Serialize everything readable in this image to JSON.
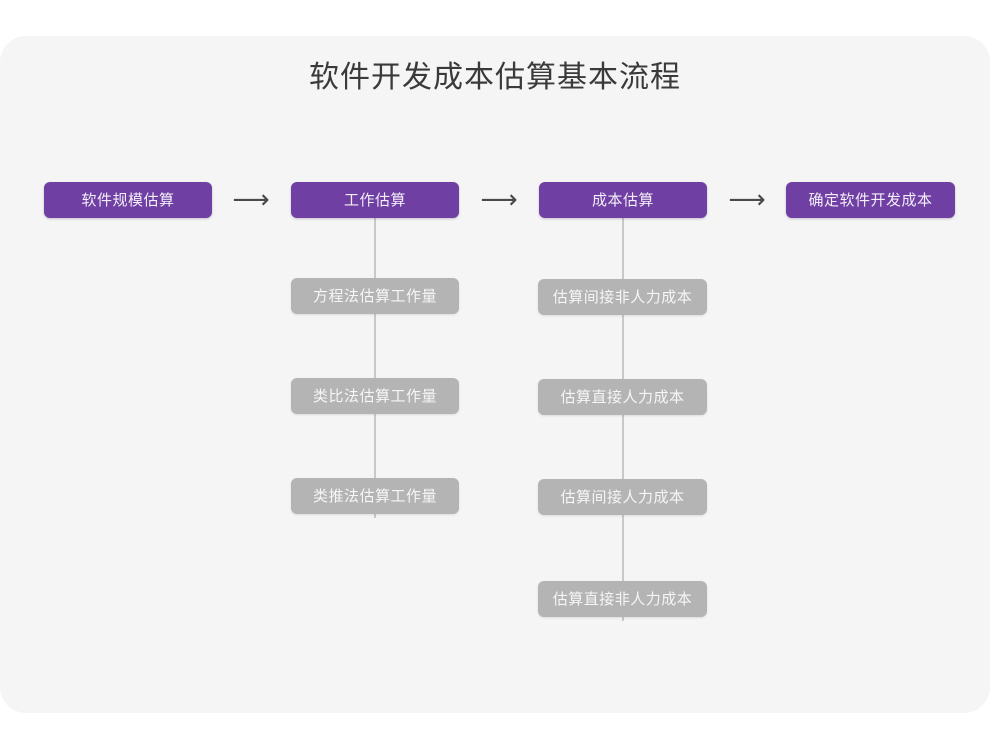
{
  "chart_data": {
    "type": "diagram",
    "title": "软件开发成本估算基本流程",
    "diagram_kind": "flowchart",
    "orientation": "left-to-right with vertical sub-branches",
    "stages": [
      {
        "label": "软件规模估算",
        "style": "primary",
        "substeps": []
      },
      {
        "label": "工作估算",
        "style": "primary",
        "substeps": [
          "方程法估算工作量",
          "类比法估算工作量",
          "类推法估算工作量"
        ]
      },
      {
        "label": "成本估算",
        "style": "primary",
        "substeps": [
          "估算间接非人力成本",
          "估算直接人力成本",
          "估算间接人力成本",
          "估算直接非人力成本"
        ]
      },
      {
        "label": "确定软件开发成本",
        "style": "primary",
        "substeps": []
      }
    ],
    "connectors": [
      "⟶",
      "⟶",
      "⟶"
    ],
    "colors": {
      "primary_node": "#6f3fa3",
      "primary_text": "#f3eef8",
      "secondary_node": "#b4b4b4",
      "secondary_text": "#f6f6f6",
      "canvas": "#f5f5f5",
      "page": "#ffffff",
      "title_text": "#3a3a3a",
      "connector_line": "#c8c8c8",
      "arrow": "#4a4a4a"
    }
  },
  "title": "软件开发成本估算基本流程",
  "stage1": {
    "label": "软件规模估算"
  },
  "stage2": {
    "label": "工作估算",
    "sub": [
      {
        "label": "方程法估算工作量"
      },
      {
        "label": "类比法估算工作量"
      },
      {
        "label": "类推法估算工作量"
      }
    ]
  },
  "stage3": {
    "label": "成本估算",
    "sub": [
      {
        "label": "估算间接非人力成本"
      },
      {
        "label": "估算直接人力成本"
      },
      {
        "label": "估算间接人力成本"
      },
      {
        "label": "估算直接非人力成本"
      }
    ]
  },
  "stage4": {
    "label": "确定软件开发成本"
  },
  "arrows": {
    "a1": "⟶",
    "a2": "⟶",
    "a3": "⟶"
  }
}
